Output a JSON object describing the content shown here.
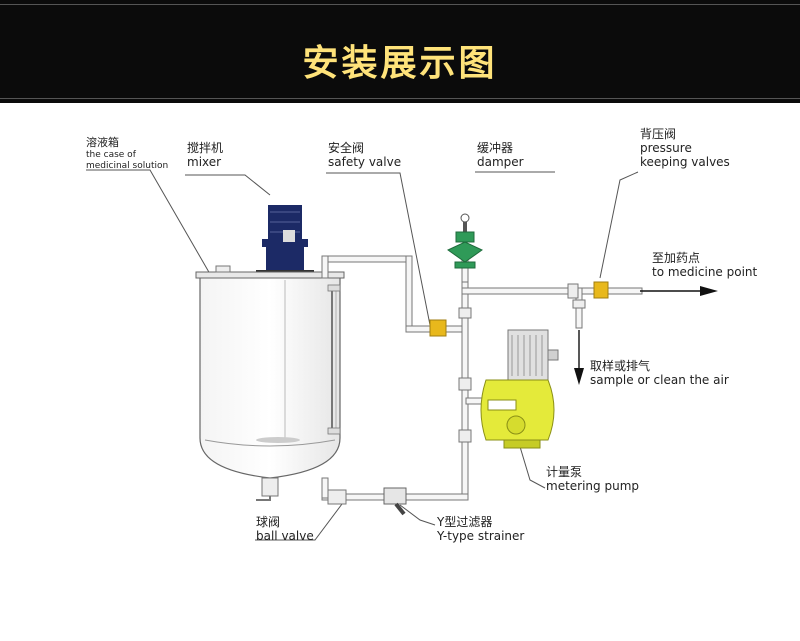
{
  "header": {
    "title": "安装展示图"
  },
  "labels": {
    "tank": {
      "zh": "溶液箱",
      "en1": "the case of",
      "en2": "medicinal solution"
    },
    "mixer": {
      "zh": "搅拌机",
      "en": "mixer"
    },
    "safety_valve": {
      "zh": "安全阀",
      "en": "safety valve"
    },
    "damper": {
      "zh": "缓冲器",
      "en": "damper"
    },
    "pressure_valve": {
      "zh": "背压阀",
      "en1": "pressure",
      "en2": "keeping valves"
    },
    "medicine_point": {
      "zh": "至加药点",
      "en": "to medicine point"
    },
    "sample": {
      "zh": "取样或排气",
      "en": "sample or clean the air"
    },
    "pump": {
      "zh": "计量泵",
      "en": "metering pump"
    },
    "ball_valve": {
      "zh": "球阀",
      "en": "ball valve"
    },
    "strainer": {
      "zh": "Y型过滤器",
      "en": "Y-type strainer"
    }
  },
  "colors": {
    "valve_yellow": "#e8b81c",
    "pump_yellow": "#e4ea3a",
    "mixer_blue": "#1c2a66",
    "damper_green": "#2f9a58",
    "banner_text": "#ffe37a"
  }
}
